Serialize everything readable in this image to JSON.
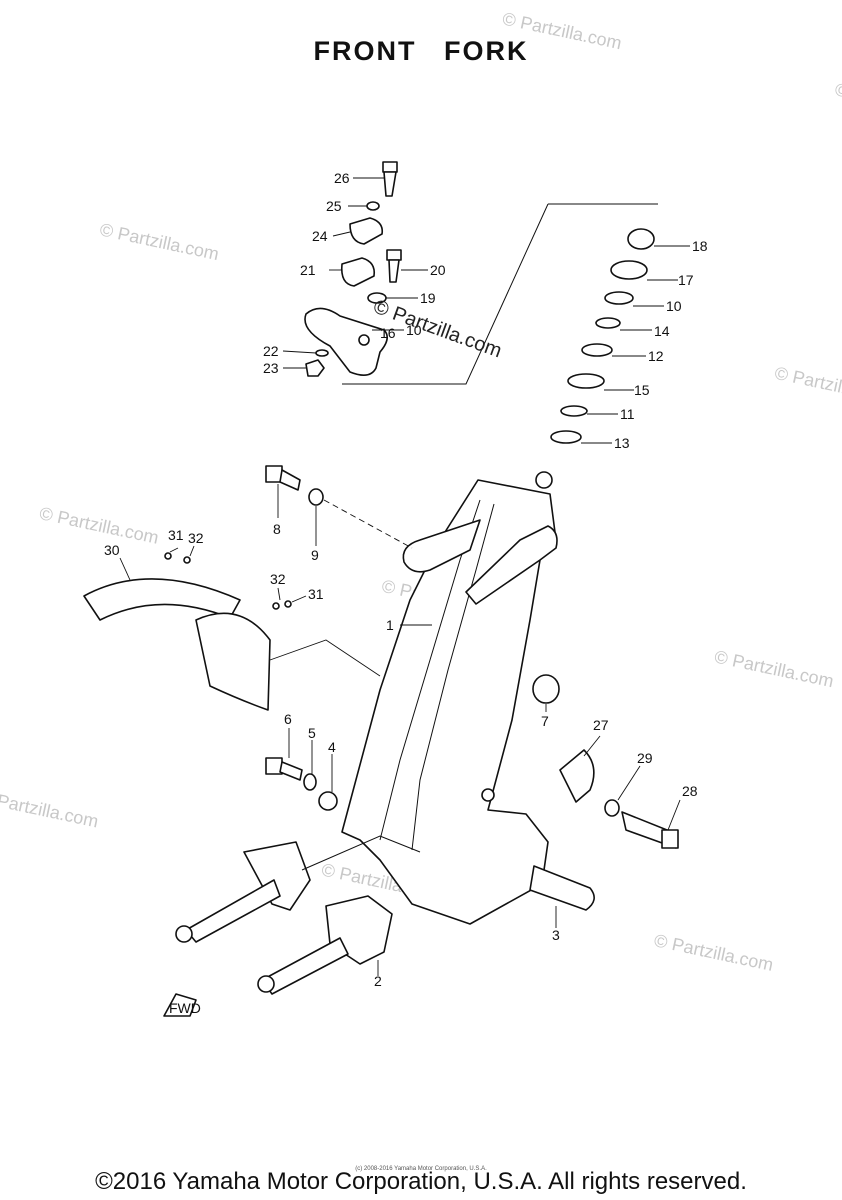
{
  "title": "FRONT FORK",
  "watermark": "© Partzilla.com",
  "center_watermark": "© Partzilla.com",
  "tiny_notice": "(c) 2008-2016 Yamaha Motor Corporation, U.S.A.",
  "copyright": "©2016 Yamaha Motor Corporation, U.S.A. All rights reserved.",
  "fwd_label": "FWD",
  "parts": [
    "1",
    "2",
    "3",
    "4",
    "5",
    "6",
    "7",
    "8",
    "9",
    "10",
    "10",
    "11",
    "12",
    "13",
    "14",
    "15",
    "16",
    "17",
    "18",
    "19",
    "20",
    "21",
    "22",
    "23",
    "24",
    "25",
    "26",
    "27",
    "28",
    "29",
    "30",
    "31",
    "32",
    "31",
    "32"
  ]
}
